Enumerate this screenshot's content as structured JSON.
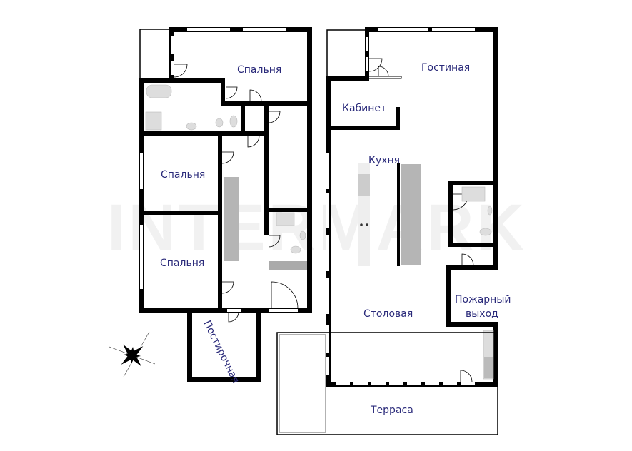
{
  "watermark": "INTERMARK",
  "rooms": {
    "bedroom_top": "Спальня",
    "bedroom_middle": "Спальня",
    "bedroom_bottom": "Спальня",
    "laundry": "Постирочная",
    "living": "Гостиная",
    "study": "Кабинет",
    "kitchen": "Кухня",
    "dining": "Столовая",
    "fire_exit_line1": "Пожарный",
    "fire_exit_line2": "выход",
    "terrace": "Терраса"
  },
  "colors": {
    "wall": "#000000",
    "label": "#2a2a7a",
    "fixture": "#c8c8c8"
  }
}
